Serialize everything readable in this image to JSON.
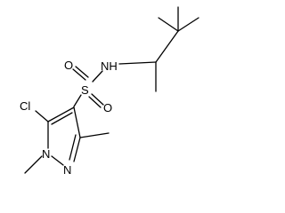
{
  "molecule": {
    "labels": {
      "chlorine": "Cl",
      "sulfur": "S",
      "oxygen_upper": "O",
      "oxygen_lower": "O",
      "amide_nh": "NH",
      "ring_n1": "N",
      "ring_n2": "N"
    },
    "line_color": "#000000",
    "background": "#ffffff"
  }
}
